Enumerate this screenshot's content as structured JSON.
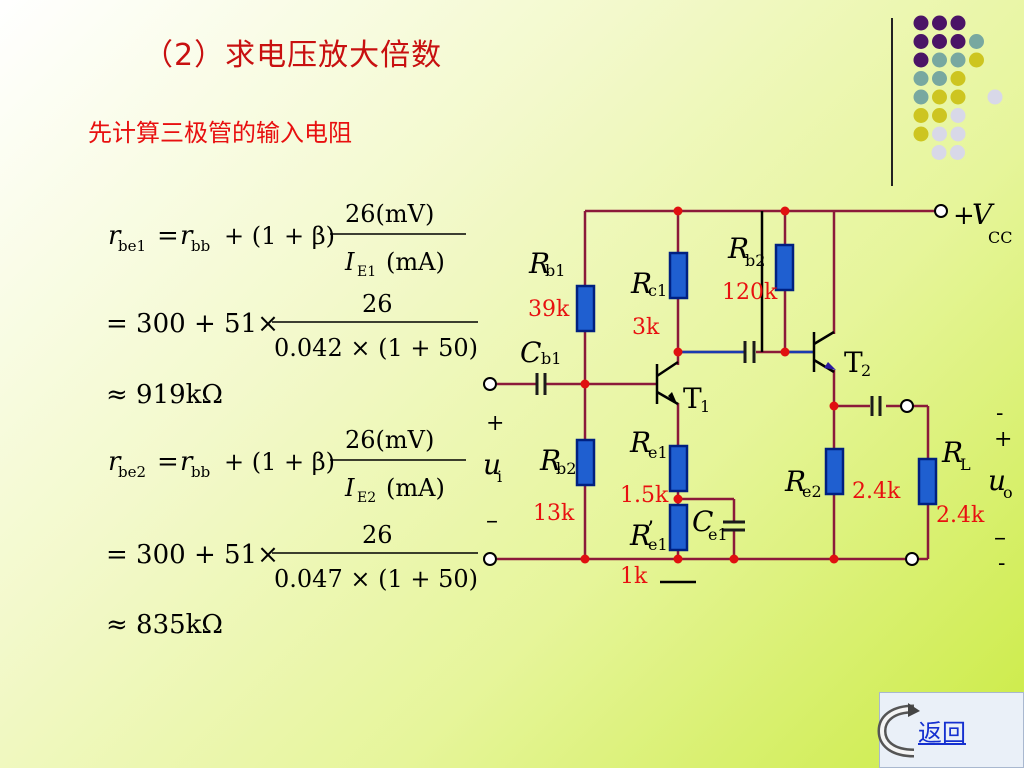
{
  "slide": {
    "title": "（2）求电压放大倍数",
    "subtitle": "先计算三极管的输入电阻"
  },
  "formula": {
    "f1": {
      "lhs_r": "r",
      "lhs_sub": "be1",
      "rhs_r": "r",
      "rhs_sub": "bb",
      "plus_beta": "+ (1 + β)",
      "numerator": "26(mV)",
      "den_I": "I",
      "den_sub": "E1",
      "den_unit": "(mA)"
    },
    "f2": {
      "prefix": "= 300 + 51×",
      "numerator": "26",
      "denominator": "0.042 × (1 + 50)"
    },
    "f3": {
      "text": "≈ 919kΩ"
    },
    "f4": {
      "lhs_r": "r",
      "lhs_sub": "be2",
      "rhs_r": "r",
      "rhs_sub": "bb",
      "plus_beta": "+ (1 + β)",
      "numerator": "26(mV)",
      "den_I": "I",
      "den_sub": "E2",
      "den_unit": "(mA)"
    },
    "f5": {
      "prefix": "= 300 + 51×",
      "numerator": "26",
      "denominator": "0.047 × (1 + 50)"
    },
    "f6": {
      "text": "≈ 835kΩ"
    }
  },
  "circuit": {
    "vcc": {
      "plus": "+",
      "main": "V",
      "sub": "CC"
    },
    "rb1": {
      "main": "R",
      "sub": "b1",
      "value": "39k"
    },
    "rc1": {
      "main": "R",
      "sub": "c1",
      "value": "3k"
    },
    "rb2_top": {
      "main": "R",
      "sub": "b2",
      "value": "120k"
    },
    "cb1": {
      "main": "C",
      "sub": "b1"
    },
    "t1": {
      "main": "T",
      "sub": "1"
    },
    "t2": {
      "main": "T",
      "sub": "2"
    },
    "rb2_bottom": {
      "main": "R",
      "sub": "b2",
      "value": "13k"
    },
    "re1": {
      "main": "R",
      "sub": "e1",
      "value": "1.5k"
    },
    "re1_prime": {
      "main": "R",
      "sub": "e1",
      "prime": "’",
      "value": "1k"
    },
    "ce1": {
      "main": "C",
      "sub": "e1"
    },
    "re2": {
      "main": "R",
      "sub": "e2",
      "value": "2.4k"
    },
    "rl": {
      "main": "R",
      "sub": "L",
      "value": "2.4k"
    },
    "ui": {
      "plus": "+",
      "main": "u",
      "sub": "i",
      "minus": "–"
    },
    "uo": {
      "dash_top": "-",
      "plus": "+",
      "main": "u",
      "sub": "o",
      "minus": "–",
      "dash_bottom": "-"
    }
  },
  "nav": {
    "back_label": "返回",
    "back_icon": "return-arrow-icon"
  },
  "colors": {
    "title": "#c81010",
    "value_labels": "#e81010",
    "wire": "#8b1a3a",
    "resistor_fill": "#1f5fd0",
    "node_dot": "#e01010",
    "link": "#1530d0",
    "dot_purple": "#4b1466",
    "dot_teal": "#78a8a0",
    "dot_yellow": "#cdc520",
    "dot_light": "#d8d8e8"
  }
}
